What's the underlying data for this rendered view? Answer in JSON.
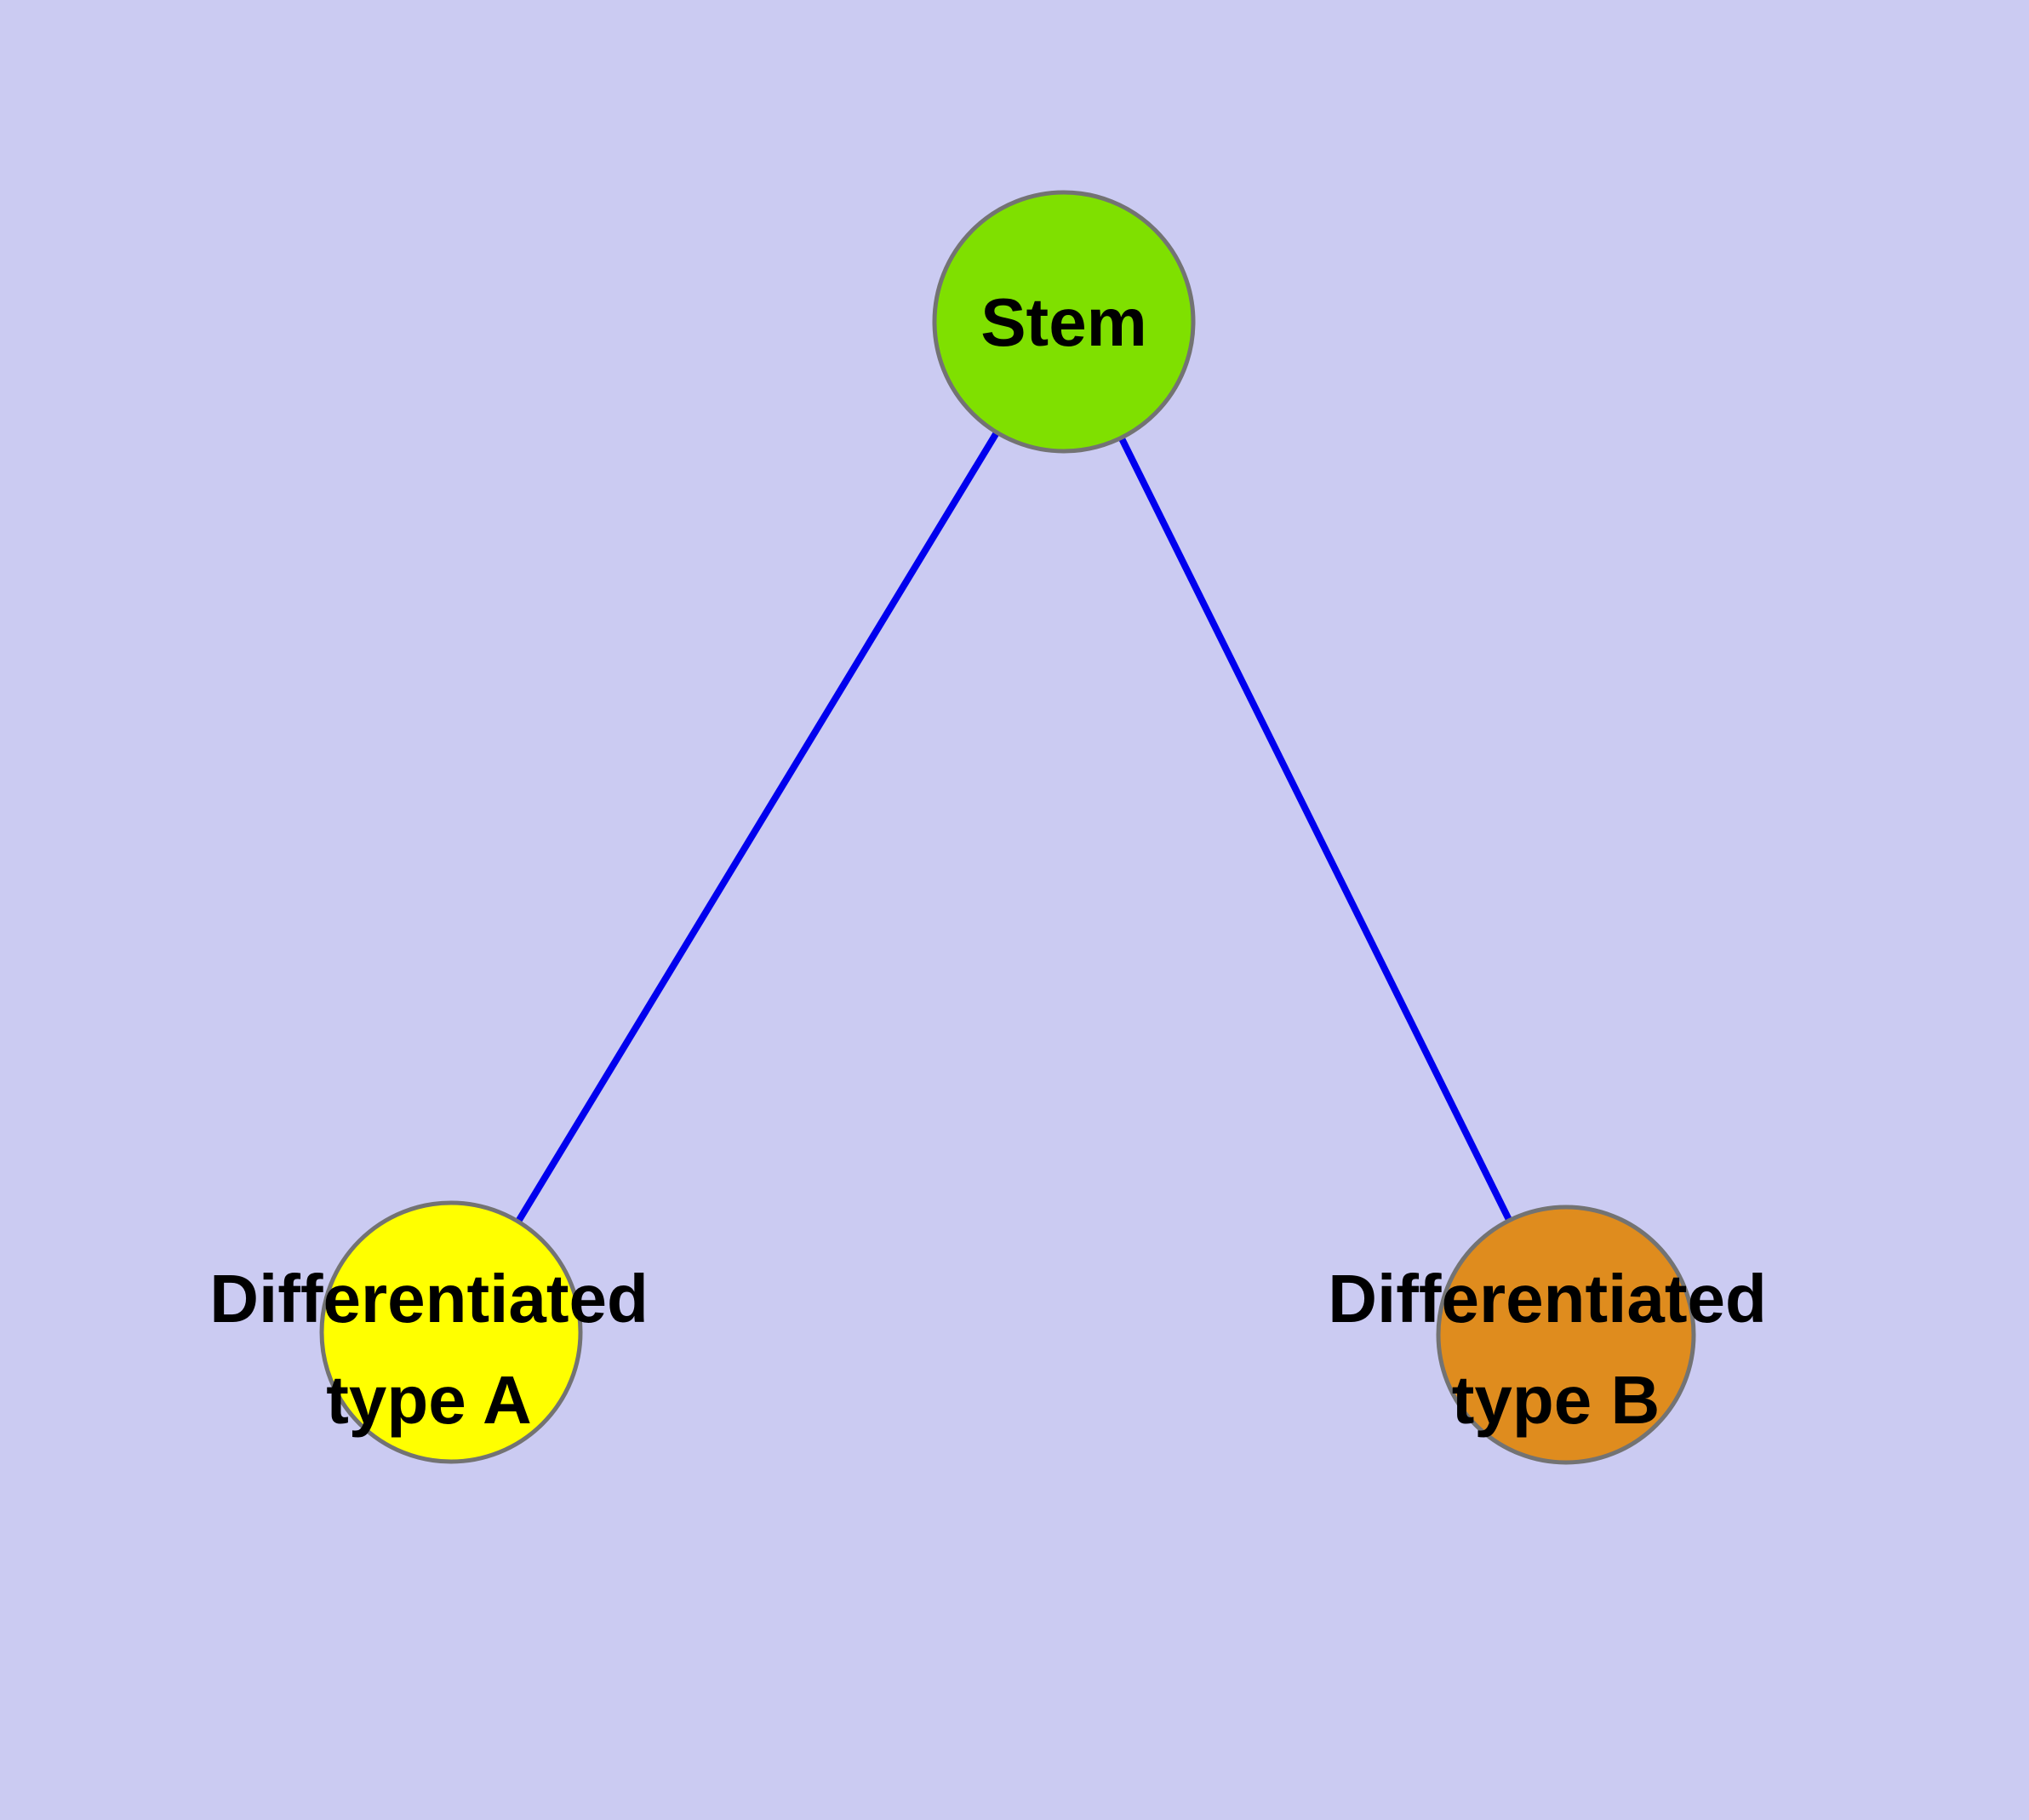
{
  "diagram": {
    "background_color": "#cbcbf2",
    "edge_color": "#0000ee",
    "node_border_color": "#737373",
    "text_color": "#000000",
    "nodes": {
      "stem": {
        "label": "Stem",
        "color": "#7fe000"
      },
      "diff_a": {
        "label_line1": "Differentiated",
        "label_line2": "type A",
        "color": "#ffff00"
      },
      "diff_b": {
        "label_line1": "Differentiated",
        "label_line2": "type B",
        "color": "#df8c1e"
      }
    },
    "edges": [
      {
        "from": "stem",
        "to": "diff_a"
      },
      {
        "from": "stem",
        "to": "diff_b"
      }
    ]
  }
}
